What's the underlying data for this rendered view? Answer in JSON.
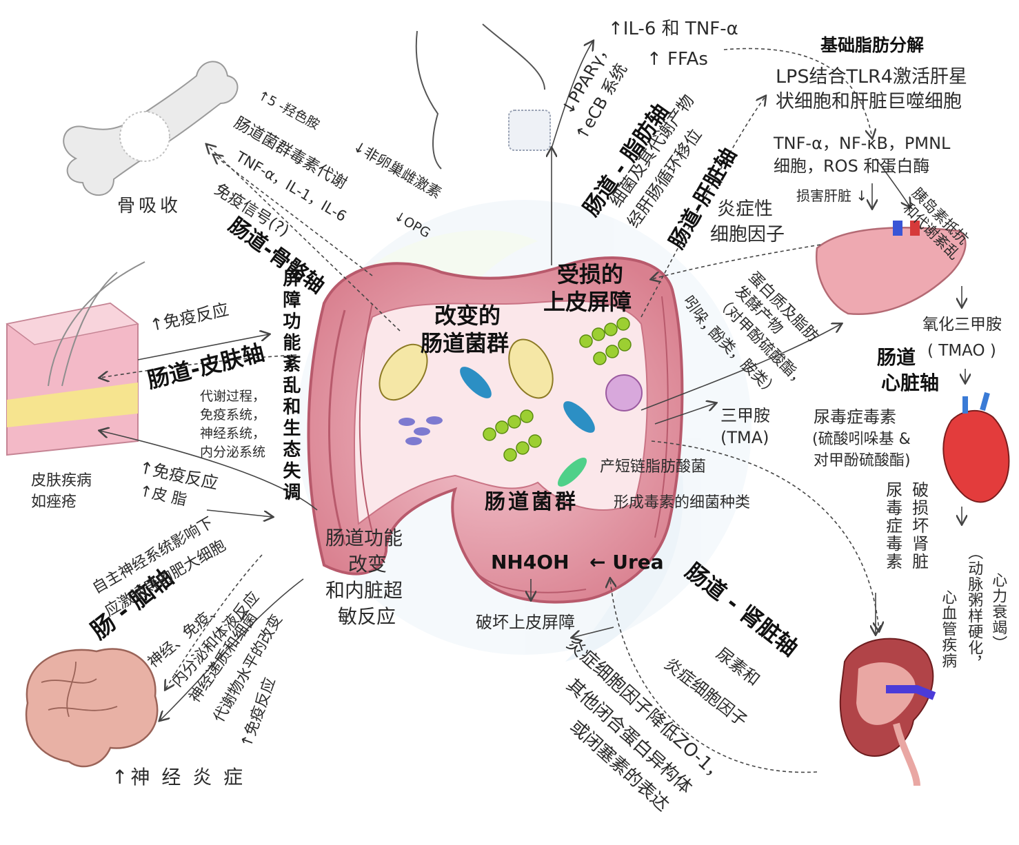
{
  "axes": {
    "gut_bone": "肠道-骨骼轴",
    "gut_fat": "肠道 - 脂肪轴",
    "gut_liver": "肠道-肝脏轴",
    "gut_skin": "肠道-皮肤轴",
    "gut_heart_1": "肠道",
    "gut_heart_2": "心脏轴",
    "gut_kidney": "肠道 - 肾脏轴",
    "gut_brain": "肠 - 脑轴"
  },
  "center": {
    "barrier": "屏障功能紊乱和生态失调",
    "altered_flora_1": "改变的",
    "altered_flora_2": "肠道菌群",
    "damaged_barrier_1": "受损的",
    "damaged_barrier_2": "上皮屏障",
    "gut_flora": "肠道菌群",
    "scfa": "产短链脂肪酸菌",
    "toxin_bacteria": "形成毒素的细菌种类",
    "nh4oh": "NH4OH",
    "urea": "← Urea",
    "break_barrier": "破坏上皮屏障",
    "gut_function_1": "肠道功能",
    "gut_function_2": "改变",
    "gut_function_3": "和内脏超",
    "gut_function_4": "敏反应"
  },
  "bone": {
    "label": "骨吸收",
    "l1": "↑5 -羟色胺",
    "l2": "↓非卵巢雌激素",
    "l3": "肠道菌群毒素代谢",
    "l4": "↓OPG",
    "l5": "TNF-α，IL-1，IL-6",
    "l6": "免疫信号(?)"
  },
  "fat": {
    "il6": "↑IL-6 和 TNF-α",
    "ffas": "↑ FFAs",
    "ppar": "↓PPARγ，",
    "ecb": "↑eCB 系统",
    "l1": "细菌及其代谢产物",
    "l2": "经肝肠循环移位"
  },
  "liver": {
    "title": "基础脂肪分解",
    "lps_1": "LPS结合TLR4激活肝星",
    "lps_2": "状细胞和肝脏巨噬细胞",
    "tnf_1": "TNF-α，NF-κB，PMNL",
    "tnf_2": "细胞，ROS 和蛋白酶",
    "damage": "损害肝脏 ↓",
    "insulin_1": "胰岛素抵抗",
    "insulin_2": "和代谢紊乱",
    "inflam_1": "炎症性",
    "inflam_2": "细胞因子"
  },
  "ferment": {
    "l1": "蛋白质及脂肪",
    "l2": "发酵产物",
    "l3": "（对甲酚硫酸酯，",
    "l4": "酚类，胺类）",
    "l5": "吲哚，"
  },
  "heart": {
    "tma_1": "三甲胺",
    "tma_2": "(TMA)",
    "tmao_1": "氧化三甲胺",
    "tmao_2": "( TMAO )",
    "uremic_1": "尿毒症毒素",
    "uremic_2": "(硫酸吲哚基 &",
    "uremic_3": "对甲酚硫酸酯)",
    "kidney_damage_1": "尿毒症毒素",
    "kidney_damage_2": "破损坏肾脏",
    "cvd_1": "心血管疾病",
    "cvd_2": "（动脉粥样硬化，",
    "cvd_3": "心力衰竭）"
  },
  "skin": {
    "immune": "↑免疫反应",
    "disease_1": "皮肤疾病",
    "disease_2": "如痤疮",
    "immune2": "↑免疫反应",
    "sebum": "↑皮 脂",
    "systems_1": "代谢过程，",
    "systems_2": "免疫系统，",
    "systems_3": "神经系统，",
    "systems_4": "内分泌系统"
  },
  "brain": {
    "ans_1": "自主神经系统影响下",
    "ans_2": "应激诱导的肥大细胞",
    "nerve_1": "神经、免疫、",
    "nerve_2": "内分泌和体液反应",
    "neuro_1": "神经递质和细菌",
    "neuro_2": "代谢物水平的改变",
    "immune": "↑免疫反应",
    "label": "↑神 经 炎 症"
  },
  "kidney": {
    "l1": "尿素和",
    "l2": "炎症细胞因子",
    "z1": "炎症细胞因子降低ZO-1，",
    "z2": "其他闭合蛋白异构体",
    "z3": "或闭塞素的表达"
  }
}
